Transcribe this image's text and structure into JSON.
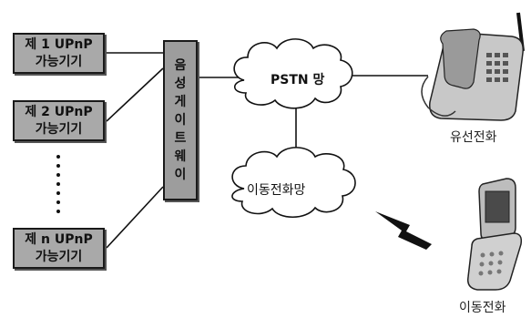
{
  "devices": [
    {
      "name_line1": "제 1 UPnP",
      "name_line2": "가능기기"
    },
    {
      "name_line1": "제 2 UPnP",
      "name_line2": "가능기기"
    },
    {
      "name_line1": "제 n UPnP",
      "name_line2": "가능기기"
    }
  ],
  "gateway": {
    "chars": [
      "음",
      "성",
      "게",
      "이",
      "트",
      "웨",
      "이"
    ]
  },
  "networks": {
    "pstn": "PSTN 망",
    "mobile": "이동전화망"
  },
  "terminals": {
    "landline": "유선전화",
    "mobile": "이동전화"
  }
}
